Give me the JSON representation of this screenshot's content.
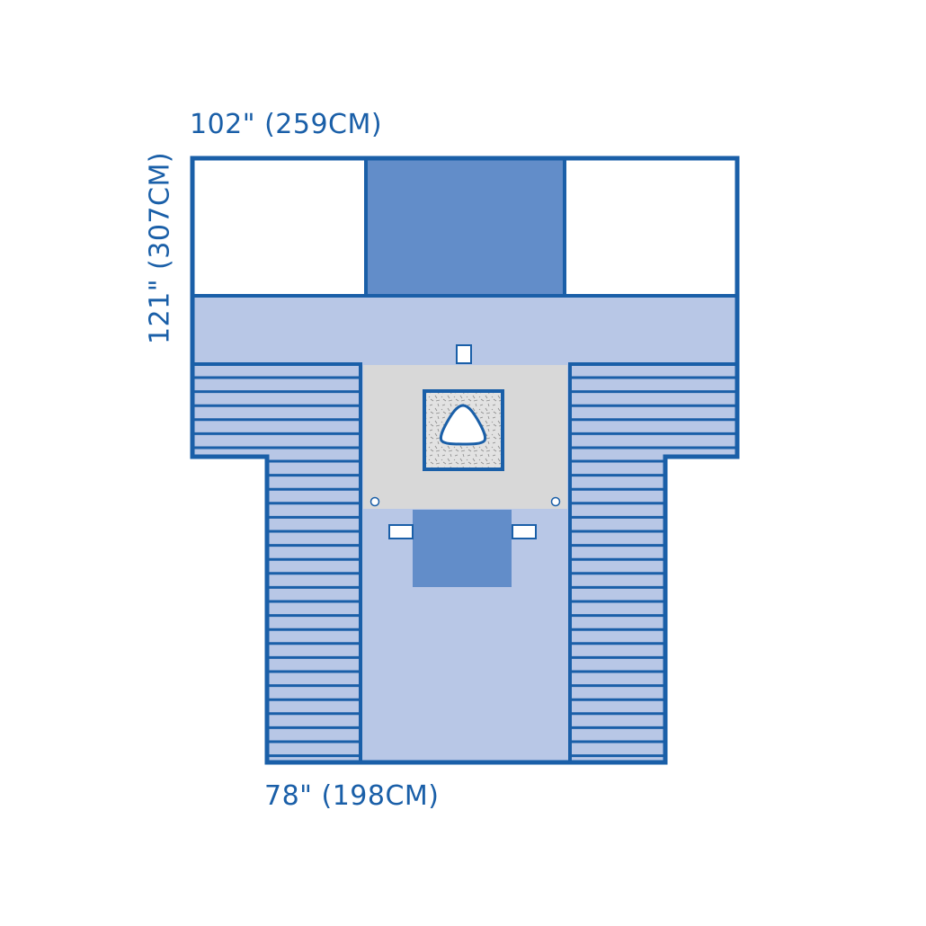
{
  "labels": {
    "width": "102\" (259CM)",
    "length": "121\" (307CM)",
    "lower_width": "78\" (198CM)"
  },
  "colors": {
    "outline": "#1a5fa8",
    "drape_light": "#b8c7e6",
    "panel_dark": "#628dc9",
    "fenestration_area": "#d8d8d8",
    "absorbent_pad": "#e2e2e2",
    "background": "#ffffff"
  }
}
